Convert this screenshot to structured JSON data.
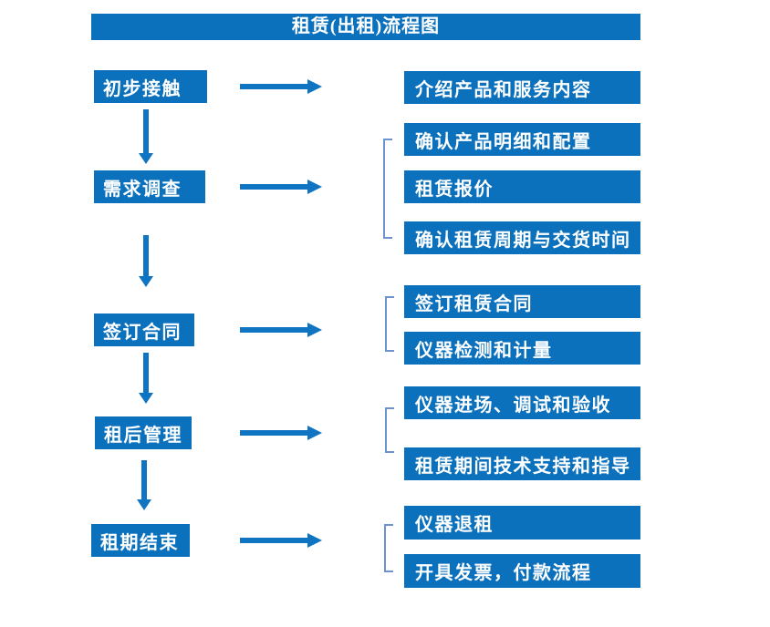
{
  "title": "租赁(出租)流程图",
  "colors": {
    "box_blue": "#0c71bd",
    "arrow_blue": "#0f74c2",
    "bracket_blue": "#6d92ce",
    "text_white": "#ffffff",
    "background": "#ffffff"
  },
  "left_steps": [
    {
      "label": "初步接触"
    },
    {
      "label": "需求调查"
    },
    {
      "label": "签订合同"
    },
    {
      "label": "租后管理"
    },
    {
      "label": "租期结束"
    }
  ],
  "right_groups": [
    {
      "items": [
        "介绍产品和服务内容"
      ]
    },
    {
      "items": [
        "确认产品明细和配置",
        "租赁报价",
        "确认租赁周期与交货时间"
      ]
    },
    {
      "items": [
        "签订租赁合同",
        "仪器检测和计量"
      ]
    },
    {
      "items": [
        "仪器进场、调试和验收",
        "租赁期间技术支持和指导"
      ]
    },
    {
      "items": [
        "仪器退租",
        "开具发票，付款流程"
      ]
    }
  ]
}
